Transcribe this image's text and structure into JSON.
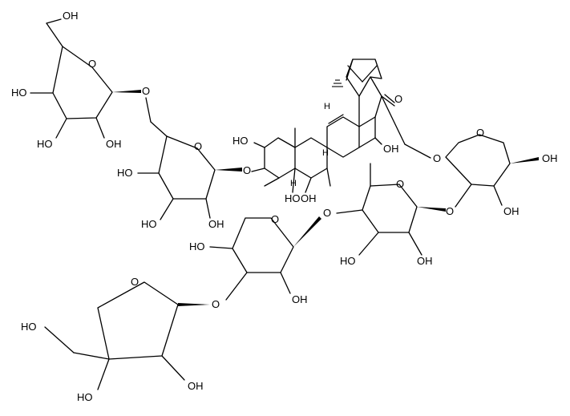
{
  "molecule": {
    "labels": {
      "oh": "OH",
      "ho": "HO",
      "o": "O",
      "h": "H"
    }
  }
}
